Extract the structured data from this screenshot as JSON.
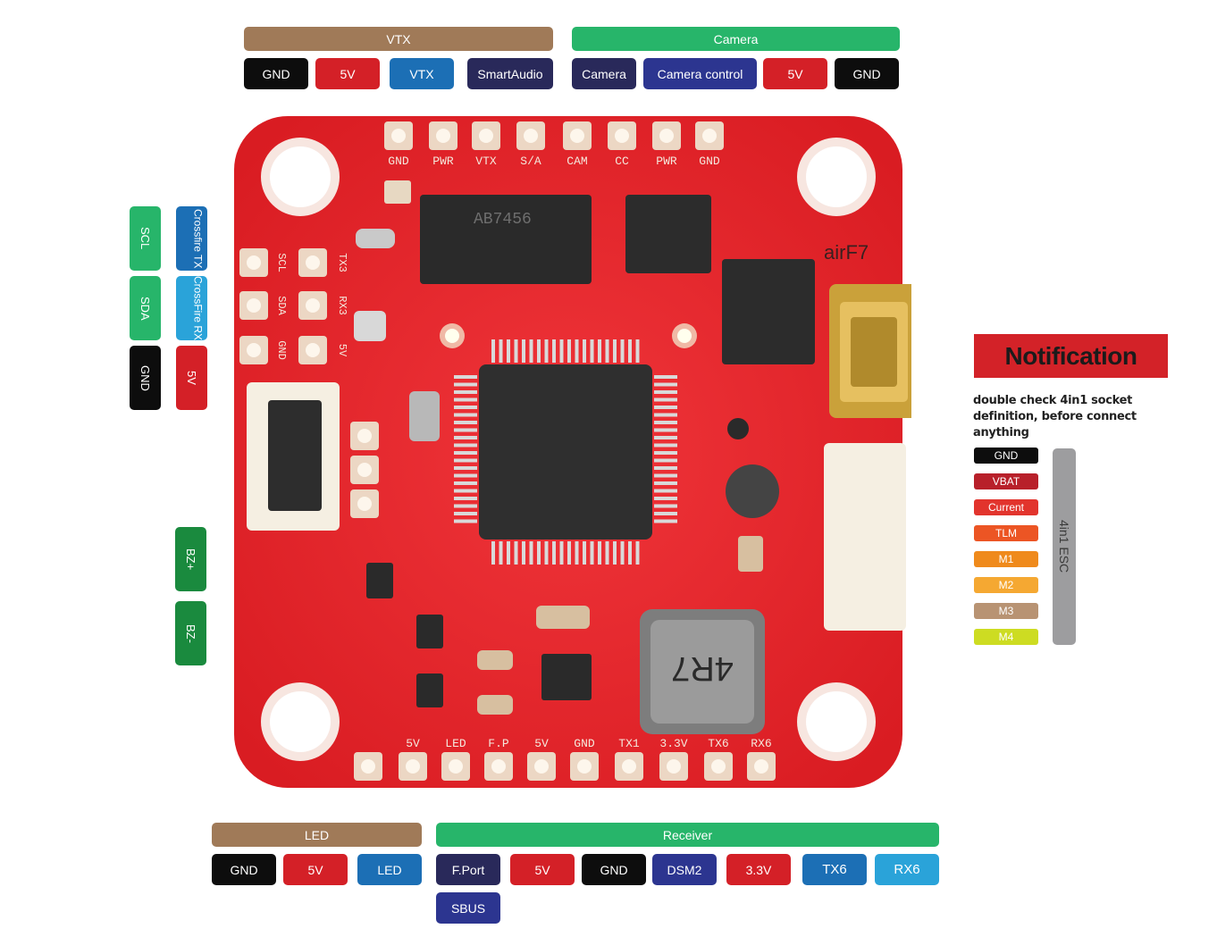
{
  "colors": {
    "black": "#0d0d0d",
    "red": "#d42027",
    "blue": "#1c6fb5",
    "navy": "#29295a",
    "green": "#27b56a",
    "darkgreen": "#1a8a3e",
    "lightblue": "#2aa3d9",
    "brown": "#a07a58",
    "indigo": "#2c3590",
    "board": "#e8252a"
  },
  "vtx": {
    "header": "VTX",
    "pins": [
      "GND",
      "5V",
      "VTX",
      "SmartAudio"
    ]
  },
  "camera": {
    "header": "Camera",
    "pins": [
      "Camera",
      "Camera control",
      "5V",
      "GND"
    ]
  },
  "left_pads": {
    "scl": "SCL",
    "sda": "SDA",
    "gnd": "GND",
    "crossfire_tx": "Crossfire TX",
    "crossfire_rx": "CrossFire RX",
    "five_v": "5V"
  },
  "buzzer": {
    "plus": "BZ+",
    "minus": "BZ-"
  },
  "notification": {
    "title": "Notification",
    "line1": "double check  4in1 socket",
    "line2": "definition, before connect anything"
  },
  "esc": {
    "label": "4in1 ESC",
    "pins": [
      "GND",
      "VBAT",
      "Current",
      "TLM",
      "M1",
      "M2",
      "M3",
      "M4"
    ]
  },
  "led": {
    "header": "LED",
    "pins": [
      "GND",
      "5V",
      "LED"
    ]
  },
  "receiver": {
    "header": "Receiver",
    "pins": [
      "F.Port",
      "5V",
      "GND",
      "DSM2",
      "3.3V",
      "TX6",
      "RX6",
      "SBUS"
    ]
  },
  "board": {
    "name": "airF7",
    "chip_mark": "AB7456",
    "inductor_mark": "4R7",
    "top_labels": [
      "GND",
      "PWR",
      "VTX",
      "S/A",
      "CAM",
      "CC",
      "PWR",
      "GND"
    ],
    "bottom_labels": [
      "5V",
      "LED",
      "F.P",
      "5V",
      "GND",
      "TX1",
      "3.3V",
      "TX6",
      "RX6"
    ],
    "side_labels": [
      "SCL",
      "SDA",
      "GND",
      "TX3",
      "RX3",
      "5V"
    ]
  }
}
